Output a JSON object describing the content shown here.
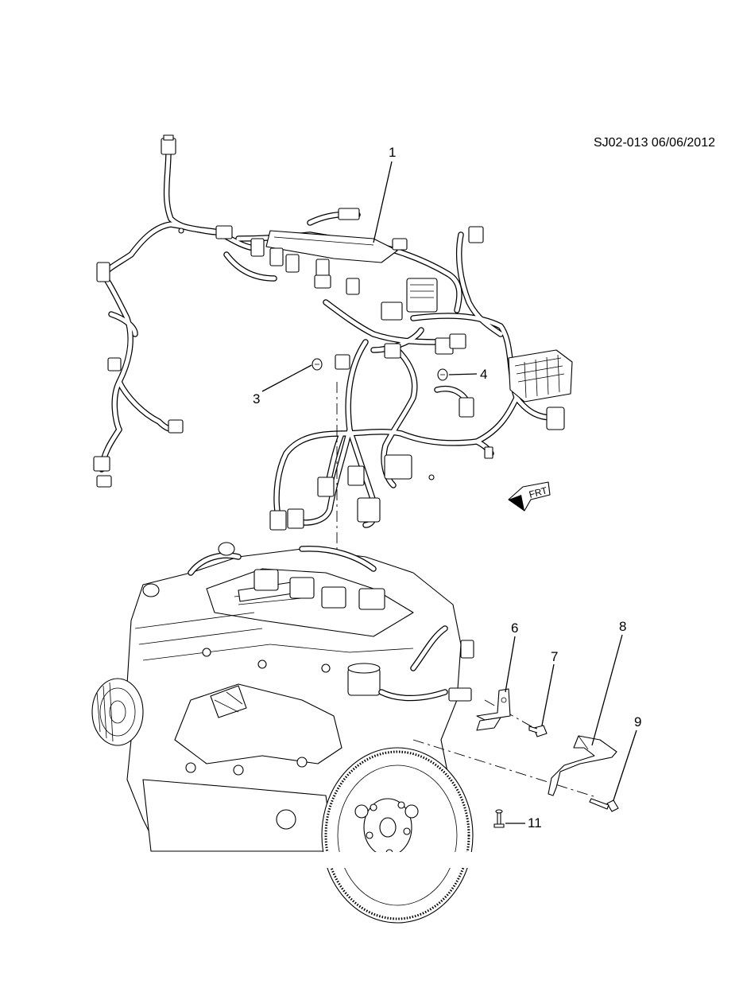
{
  "header": {
    "code": "SJ02-013 06/06/2012"
  },
  "arrow": {
    "label": "FRT"
  },
  "callouts": [
    {
      "id": "1",
      "label": "1"
    },
    {
      "id": "3",
      "label": "3"
    },
    {
      "id": "4",
      "label": "4"
    },
    {
      "id": "6",
      "label": "6"
    },
    {
      "id": "7",
      "label": "7"
    },
    {
      "id": "8",
      "label": "8"
    },
    {
      "id": "9",
      "label": "9"
    },
    {
      "id": "11",
      "label": "11"
    }
  ]
}
